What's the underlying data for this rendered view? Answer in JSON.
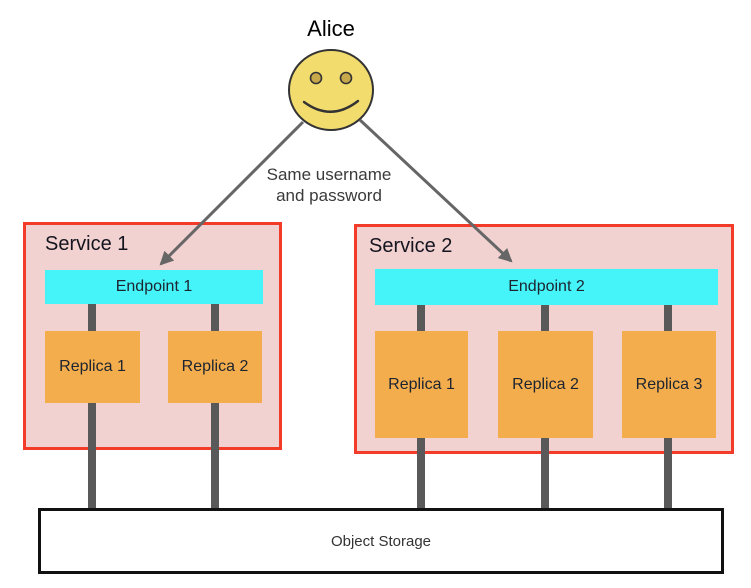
{
  "actor": {
    "label": "Alice"
  },
  "annotation": {
    "line1": "Same username",
    "line2": "and password"
  },
  "services": [
    {
      "label": "Service 1",
      "endpoint": {
        "label": "Endpoint 1"
      },
      "replicas": [
        "Replica 1",
        "Replica 2"
      ]
    },
    {
      "label": "Service 2",
      "endpoint": {
        "label": "Endpoint 2"
      },
      "replicas": [
        "Replica 1",
        "Replica 2",
        "Replica 3"
      ]
    }
  ],
  "storage": {
    "label": "Object Storage"
  },
  "colors": {
    "service-bg": "#f2d1d1",
    "service-border": "#f23b29",
    "endpoint-bg": "#45f4f8",
    "replica-bg": "#f4ad4c",
    "connector": "#595959",
    "arrow": "#666666",
    "face-fill": "#f2dc6e",
    "eye-fill": "#c7a84b",
    "face-stroke": "#333333",
    "storage-border": "#111111"
  }
}
